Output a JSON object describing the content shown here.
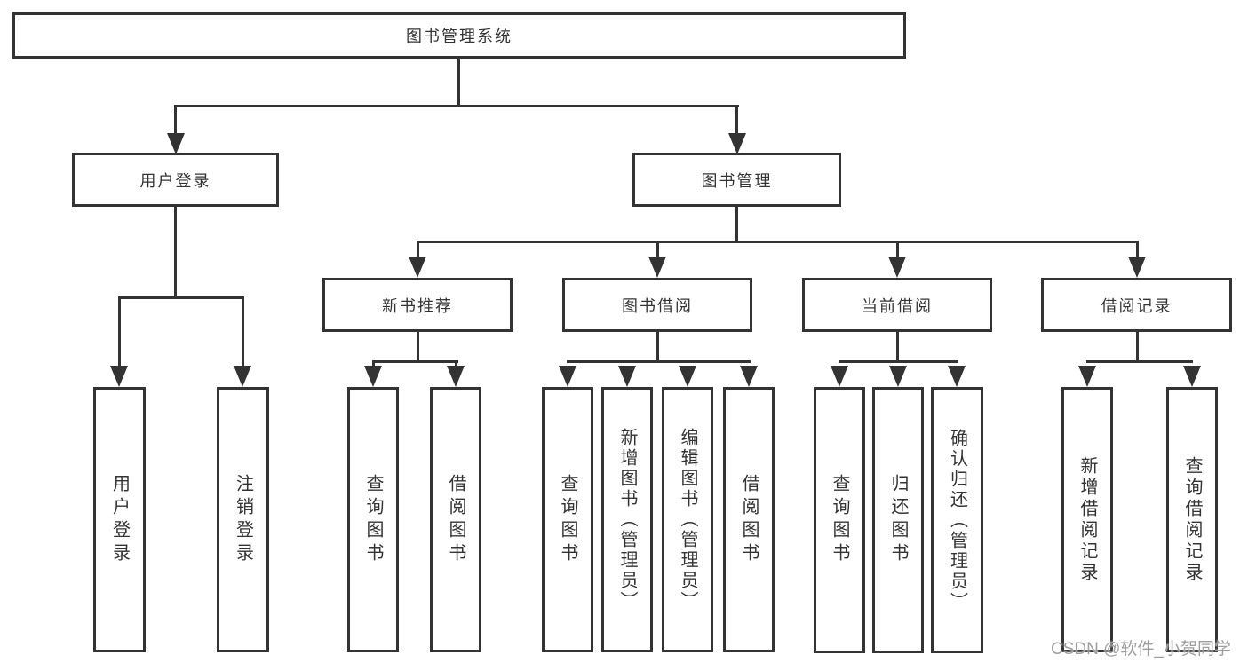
{
  "diagram": {
    "title": "图书管理系统",
    "root": {
      "label": "图书管理系统"
    },
    "level1": [
      {
        "id": "user-login-module",
        "label": "用户登录"
      },
      {
        "id": "book-management-module",
        "label": "图书管理"
      }
    ],
    "level2": [
      {
        "id": "new-book-recommend",
        "label": "新书推荐"
      },
      {
        "id": "book-borrowing",
        "label": "图书借阅"
      },
      {
        "id": "current-borrowing",
        "label": "当前借阅"
      },
      {
        "id": "borrowing-records",
        "label": "借阅记录"
      }
    ],
    "leaves": [
      {
        "id": "user-login",
        "label": "用户登录"
      },
      {
        "id": "logout",
        "label": "注销登录"
      },
      {
        "id": "query-books-1",
        "label": "查询图书"
      },
      {
        "id": "borrow-books-1",
        "label": "借阅图书"
      },
      {
        "id": "query-books-2",
        "label": "查询图书"
      },
      {
        "id": "add-books-admin",
        "label": "新增图书（管理员）"
      },
      {
        "id": "edit-books-admin",
        "label": "编辑图书（管理员）"
      },
      {
        "id": "borrow-books-2",
        "label": "借阅图书"
      },
      {
        "id": "query-books-3",
        "label": "查询图书"
      },
      {
        "id": "return-books",
        "label": "归还图书"
      },
      {
        "id": "confirm-return-admin",
        "label": "确认归还（管理员）"
      },
      {
        "id": "add-borrow-record",
        "label": "新增借阅记录"
      },
      {
        "id": "query-borrow-record",
        "label": "查询借阅记录"
      }
    ]
  },
  "watermark": {
    "text": "CSDN @软件_小贺同学",
    "color": "#9e9e9e"
  },
  "colors": {
    "line": "#333333",
    "background": "#ffffff"
  }
}
